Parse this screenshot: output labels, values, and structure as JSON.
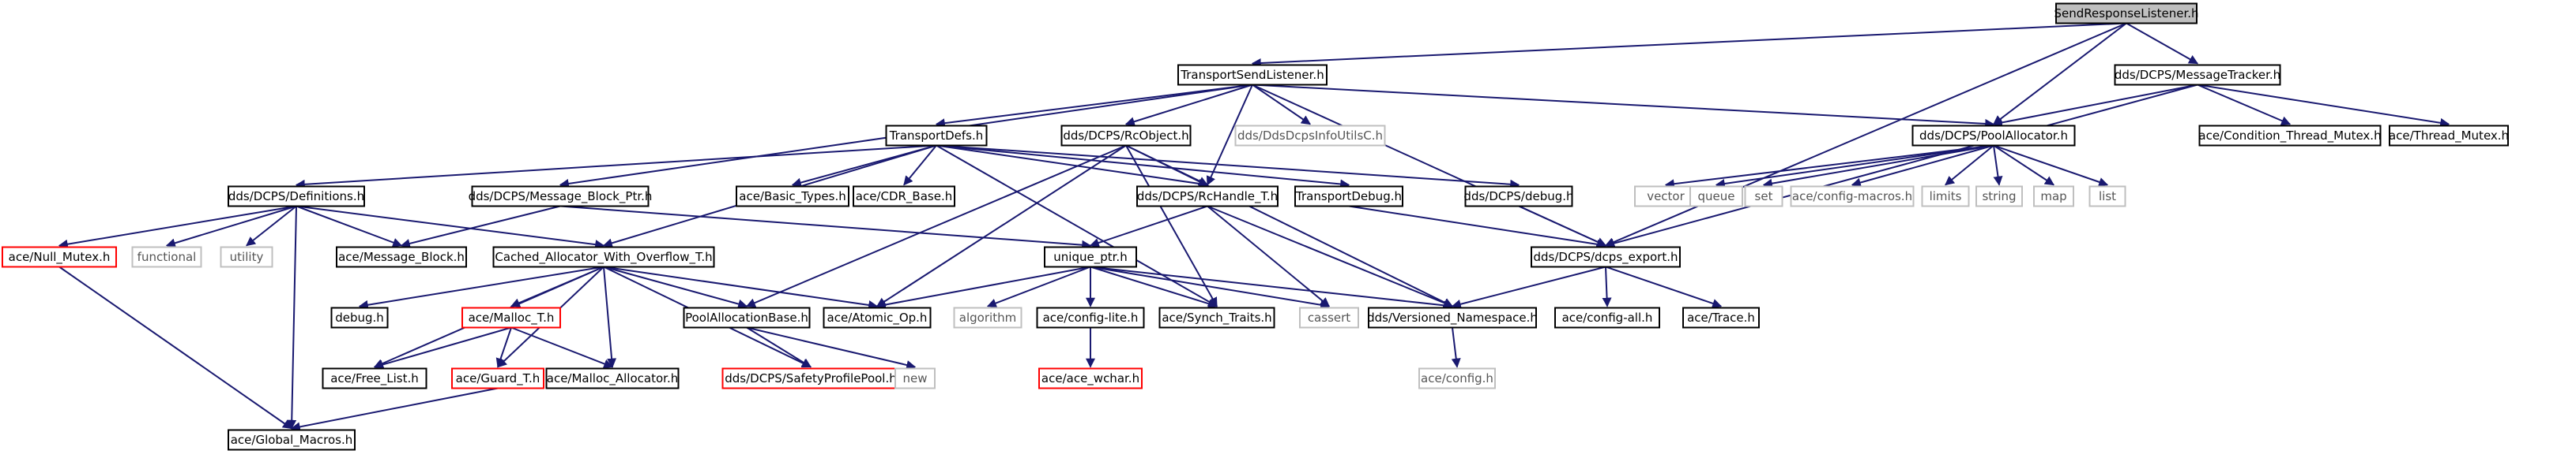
{
  "graph": {
    "nodes": [
      {
        "id": "SendResponseListener",
        "label": "SendResponseListener.h",
        "style": "root"
      },
      {
        "id": "TransportSendListener",
        "label": "TransportSendListener.h",
        "style": "normal"
      },
      {
        "id": "MessageTracker",
        "label": "dds/DCPS/MessageTracker.h",
        "style": "normal"
      },
      {
        "id": "TransportDefs",
        "label": "TransportDefs.h",
        "style": "normal"
      },
      {
        "id": "RcObject",
        "label": "dds/DCPS/RcObject.h",
        "style": "normal"
      },
      {
        "id": "DdsDcpsInfoUtilsC",
        "label": "dds/DdsDcpsInfoUtilsC.h",
        "style": "missing"
      },
      {
        "id": "PoolAllocator",
        "label": "dds/DCPS/PoolAllocator.h",
        "style": "normal"
      },
      {
        "id": "ConditionThreadMutex",
        "label": "ace/Condition_Thread_Mutex.h",
        "style": "normal"
      },
      {
        "id": "ThreadMutex",
        "label": "ace/Thread_Mutex.h",
        "style": "normal"
      },
      {
        "id": "Definitions",
        "label": "dds/DCPS/Definitions.h",
        "style": "normal"
      },
      {
        "id": "MessageBlockPtr",
        "label": "dds/DCPS/Message_Block_Ptr.h",
        "style": "normal"
      },
      {
        "id": "BasicTypes",
        "label": "ace/Basic_Types.h",
        "style": "normal"
      },
      {
        "id": "CDRBase",
        "label": "ace/CDR_Base.h",
        "style": "normal"
      },
      {
        "id": "RcHandleT",
        "label": "dds/DCPS/RcHandle_T.h",
        "style": "normal"
      },
      {
        "id": "TransportDebug",
        "label": "TransportDebug.h",
        "style": "normal"
      },
      {
        "id": "Debug",
        "label": "dds/DCPS/debug.h",
        "style": "normal"
      },
      {
        "id": "vector",
        "label": "vector",
        "style": "missing"
      },
      {
        "id": "queue",
        "label": "queue",
        "style": "missing"
      },
      {
        "id": "set",
        "label": "set",
        "style": "missing"
      },
      {
        "id": "ConfigMacros",
        "label": "ace/config-macros.h",
        "style": "missing"
      },
      {
        "id": "limits",
        "label": "limits",
        "style": "missing"
      },
      {
        "id": "string",
        "label": "string",
        "style": "missing"
      },
      {
        "id": "map",
        "label": "map",
        "style": "missing"
      },
      {
        "id": "list",
        "label": "list",
        "style": "missing"
      },
      {
        "id": "NullMutex",
        "label": "ace/Null_Mutex.h",
        "style": "partial"
      },
      {
        "id": "functional",
        "label": "functional",
        "style": "missing"
      },
      {
        "id": "utility",
        "label": "utility",
        "style": "missing"
      },
      {
        "id": "MessageBlock",
        "label": "ace/Message_Block.h",
        "style": "normal"
      },
      {
        "id": "CachedAllocator",
        "label": "Cached_Allocator_With_Overflow_T.h",
        "style": "normal"
      },
      {
        "id": "UniquePtr",
        "label": "unique_ptr.h",
        "style": "normal"
      },
      {
        "id": "DcpsExport",
        "label": "dds/DCPS/dcps_export.h",
        "style": "normal"
      },
      {
        "id": "DebugH",
        "label": "debug.h",
        "style": "normal"
      },
      {
        "id": "MallocT",
        "label": "ace/Malloc_T.h",
        "style": "partial"
      },
      {
        "id": "PoolAllocationBase",
        "label": "PoolAllocationBase.h",
        "style": "normal"
      },
      {
        "id": "AtomicOp",
        "label": "ace/Atomic_Op.h",
        "style": "normal"
      },
      {
        "id": "algorithm",
        "label": "algorithm",
        "style": "missing"
      },
      {
        "id": "ConfigLite",
        "label": "ace/config-lite.h",
        "style": "normal"
      },
      {
        "id": "SynchTraits",
        "label": "ace/Synch_Traits.h",
        "style": "normal"
      },
      {
        "id": "cassert",
        "label": "cassert",
        "style": "missing"
      },
      {
        "id": "VersionedNamespace",
        "label": "dds/Versioned_Namespace.h",
        "style": "normal"
      },
      {
        "id": "ConfigAll",
        "label": "ace/config-all.h",
        "style": "normal"
      },
      {
        "id": "Trace",
        "label": "ace/Trace.h",
        "style": "normal"
      },
      {
        "id": "FreeList",
        "label": "ace/Free_List.h",
        "style": "normal"
      },
      {
        "id": "GuardT",
        "label": "ace/Guard_T.h",
        "style": "partial"
      },
      {
        "id": "MallocAllocator",
        "label": "ace/Malloc_Allocator.h",
        "style": "normal"
      },
      {
        "id": "SafetyProfilePool",
        "label": "dds/DCPS/SafetyProfilePool.h",
        "style": "partial"
      },
      {
        "id": "new",
        "label": "new",
        "style": "missing"
      },
      {
        "id": "AceWchar",
        "label": "ace/ace_wchar.h",
        "style": "partial"
      },
      {
        "id": "ConfigH",
        "label": "ace/config.h",
        "style": "missing"
      },
      {
        "id": "GlobalMacros",
        "label": "ace/Global_Macros.h",
        "style": "normal"
      }
    ],
    "edges": [
      [
        "SendResponseListener",
        "TransportSendListener"
      ],
      [
        "SendResponseListener",
        "MessageTracker"
      ],
      [
        "SendResponseListener",
        "PoolAllocator"
      ],
      [
        "SendResponseListener",
        "DcpsExport"
      ],
      [
        "TransportSendListener",
        "TransportDefs"
      ],
      [
        "TransportSendListener",
        "RcObject"
      ],
      [
        "TransportSendListener",
        "DdsDcpsInfoUtilsC"
      ],
      [
        "TransportSendListener",
        "PoolAllocator"
      ],
      [
        "TransportSendListener",
        "MessageBlockPtr"
      ],
      [
        "TransportSendListener",
        "RcHandleT"
      ],
      [
        "TransportSendListener",
        "DcpsExport"
      ],
      [
        "MessageTracker",
        "PoolAllocator"
      ],
      [
        "MessageTracker",
        "ConditionThreadMutex"
      ],
      [
        "MessageTracker",
        "ThreadMutex"
      ],
      [
        "MessageTracker",
        "DcpsExport"
      ],
      [
        "TransportDefs",
        "Definitions"
      ],
      [
        "TransportDefs",
        "BasicTypes"
      ],
      [
        "TransportDefs",
        "CDRBase"
      ],
      [
        "TransportDefs",
        "TransportDebug"
      ],
      [
        "TransportDefs",
        "Debug"
      ],
      [
        "TransportDefs",
        "CachedAllocator"
      ],
      [
        "TransportDefs",
        "SynchTraits"
      ],
      [
        "TransportDefs",
        "RcHandleT"
      ],
      [
        "RcObject",
        "RcHandleT"
      ],
      [
        "RcObject",
        "PoolAllocationBase"
      ],
      [
        "RcObject",
        "AtomicOp"
      ],
      [
        "RcObject",
        "SynchTraits"
      ],
      [
        "RcObject",
        "VersionedNamespace"
      ],
      [
        "PoolAllocator",
        "vector"
      ],
      [
        "PoolAllocator",
        "queue"
      ],
      [
        "PoolAllocator",
        "set"
      ],
      [
        "PoolAllocator",
        "ConfigMacros"
      ],
      [
        "PoolAllocator",
        "limits"
      ],
      [
        "PoolAllocator",
        "string"
      ],
      [
        "PoolAllocator",
        "map"
      ],
      [
        "PoolAllocator",
        "list"
      ],
      [
        "Definitions",
        "NullMutex"
      ],
      [
        "Definitions",
        "functional"
      ],
      [
        "Definitions",
        "utility"
      ],
      [
        "Definitions",
        "MessageBlock"
      ],
      [
        "Definitions",
        "CachedAllocator"
      ],
      [
        "Definitions",
        "GlobalMacros"
      ],
      [
        "MessageBlockPtr",
        "MessageBlock"
      ],
      [
        "MessageBlockPtr",
        "UniquePtr"
      ],
      [
        "RcHandleT",
        "UniquePtr"
      ],
      [
        "RcHandleT",
        "cassert"
      ],
      [
        "RcHandleT",
        "VersionedNamespace"
      ],
      [
        "TransportDebug",
        "DcpsExport"
      ],
      [
        "Debug",
        "DcpsExport"
      ],
      [
        "CachedAllocator",
        "DebugH"
      ],
      [
        "CachedAllocator",
        "MallocT"
      ],
      [
        "CachedAllocator",
        "PoolAllocationBase"
      ],
      [
        "CachedAllocator",
        "AtomicOp"
      ],
      [
        "CachedAllocator",
        "FreeList"
      ],
      [
        "CachedAllocator",
        "GuardT"
      ],
      [
        "CachedAllocator",
        "MallocAllocator"
      ],
      [
        "CachedAllocator",
        "SafetyProfilePool"
      ],
      [
        "UniquePtr",
        "AtomicOp"
      ],
      [
        "UniquePtr",
        "algorithm"
      ],
      [
        "UniquePtr",
        "ConfigLite"
      ],
      [
        "UniquePtr",
        "SynchTraits"
      ],
      [
        "UniquePtr",
        "cassert"
      ],
      [
        "UniquePtr",
        "VersionedNamespace"
      ],
      [
        "DcpsExport",
        "VersionedNamespace"
      ],
      [
        "DcpsExport",
        "ConfigAll"
      ],
      [
        "DcpsExport",
        "Trace"
      ],
      [
        "MallocT",
        "FreeList"
      ],
      [
        "MallocT",
        "GuardT"
      ],
      [
        "MallocT",
        "MallocAllocator"
      ],
      [
        "PoolAllocationBase",
        "SafetyProfilePool"
      ],
      [
        "PoolAllocationBase",
        "new"
      ],
      [
        "ConfigLite",
        "AceWchar"
      ],
      [
        "VersionedNamespace",
        "ConfigH"
      ],
      [
        "NullMutex",
        "GlobalMacros"
      ],
      [
        "GuardT",
        "GlobalMacros"
      ]
    ]
  }
}
